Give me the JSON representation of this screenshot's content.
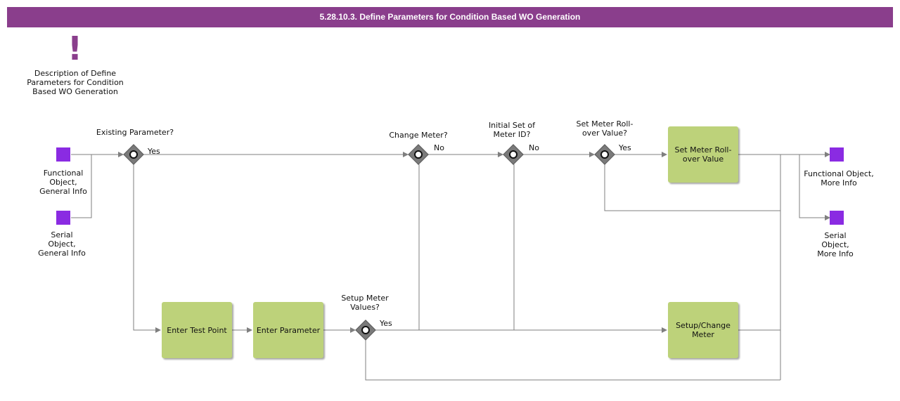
{
  "header": {
    "title": "5.28.10.3. Define Parameters for Condition Based WO Generation"
  },
  "note": {
    "icon": "exclamation-icon",
    "text": "Description of Define\nParameters for Condition\nBased WO Generation"
  },
  "objects": {
    "functional_general": "Functional\nObject,\nGeneral Info",
    "serial_general": "Serial\nObject,\nGeneral Info",
    "functional_more": "Functional Object,\nMore Info",
    "serial_more": "Serial\nObject,\nMore Info"
  },
  "gateways": {
    "existing_parameter": "Existing Parameter?",
    "change_meter": "Change Meter?",
    "initial_set": "Initial Set of\nMeter ID?",
    "rollover": "Set Meter Roll-\nover Value?",
    "setup_values": "Setup Meter\nValues?"
  },
  "tasks": {
    "set_rollover": "Set Meter Roll-\nover Value",
    "enter_test_point": "Enter Test Point",
    "enter_parameter": "Enter Parameter",
    "setup_change_meter": "Setup/Change\nMeter"
  },
  "edge_labels": {
    "existing_yes": "Yes",
    "change_no": "No",
    "initial_no": "No",
    "rollover_yes": "Yes",
    "setup_yes": "Yes"
  },
  "colors": {
    "header": "#8a3e8c",
    "task": "#bdd27a",
    "object": "#8a2be2",
    "gateway": "#7a7a7a",
    "connector": "#7f7f7f"
  }
}
